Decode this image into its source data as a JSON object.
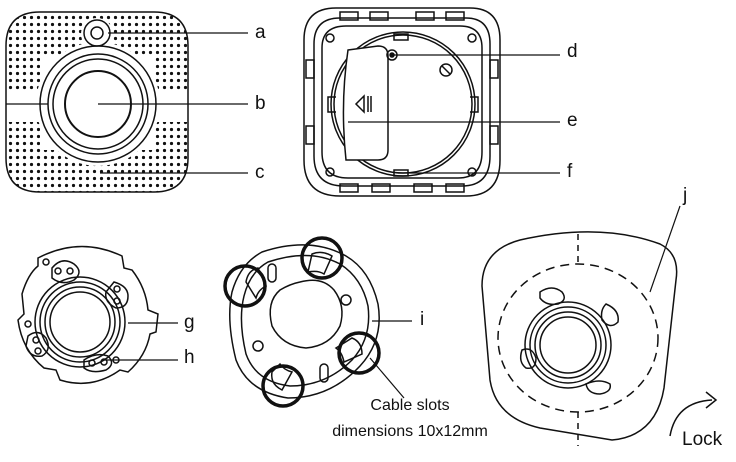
{
  "labels": {
    "a": "a",
    "b": "b",
    "c": "c",
    "d": "d",
    "e": "e",
    "f": "f",
    "g": "g",
    "h": "h",
    "i": "i",
    "j": "j"
  },
  "caption": {
    "line1": "Cable slots",
    "line2": "dimensions 10x12mm"
  },
  "lock_label": "Lock",
  "colors": {
    "line": "#111111",
    "background": "#ffffff"
  }
}
